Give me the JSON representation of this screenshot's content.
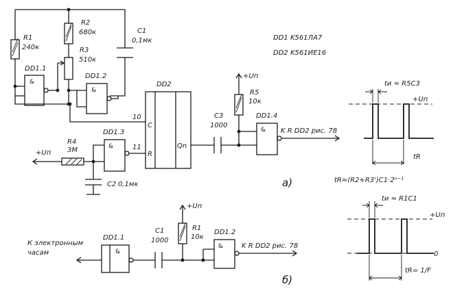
{
  "legend": {
    "dd1": "DD1 K561ЛА7",
    "dd2": "DD2 K561ИЕ16"
  },
  "circuit_a": {
    "label": "a)",
    "r1": {
      "ref": "R1",
      "value": "240к"
    },
    "r2": {
      "ref": "R2",
      "value": "680к"
    },
    "r3": {
      "ref": "R3",
      "value": "510к"
    },
    "c1": {
      "ref": "C1",
      "value": "0,1мк"
    },
    "r4": {
      "ref": "R4",
      "value": "3M"
    },
    "c2": {
      "ref": "C2",
      "value": "0,1мк"
    },
    "c3": {
      "ref": "C3",
      "value": "1000"
    },
    "r5": {
      "ref": "R5",
      "value": "10к"
    },
    "gate_11": "DD1.1",
    "gate_12": "DD1.2",
    "gate_13": "DD1.3",
    "gate_14": "DD1.4",
    "gate_symbol": "&",
    "counter": "DD2",
    "pin_10": "10",
    "pin_c": "C",
    "pin_11": "11",
    "pin_r": "R",
    "pin_q": "Qn",
    "supply": "+Uп",
    "output_note": "K R DD2 рис. 78"
  },
  "circuit_b": {
    "label": "б)",
    "input_note_line1": "К электронным",
    "input_note_line2": "часам",
    "gate_11": "DD1.1",
    "gate_12": "DD1.2",
    "gate_symbol": "&",
    "c1": {
      "ref": "C1",
      "value": "1000"
    },
    "r1": {
      "ref": "R1",
      "value": "10к"
    },
    "supply": "+Uп",
    "output_note": "K R DD2 рис. 78"
  },
  "timing_a": {
    "pulse_label": "tи ≈ R5C3",
    "level_label": "+Uп",
    "period_label": "tR",
    "formula": "tR≈(R2+R3')C1·2ⁿ⁻¹"
  },
  "timing_b": {
    "pulse_label": "tи ≈ R1C1",
    "level_high": "+Uп",
    "level_low": "0",
    "period_label": "tR= 1/F"
  }
}
